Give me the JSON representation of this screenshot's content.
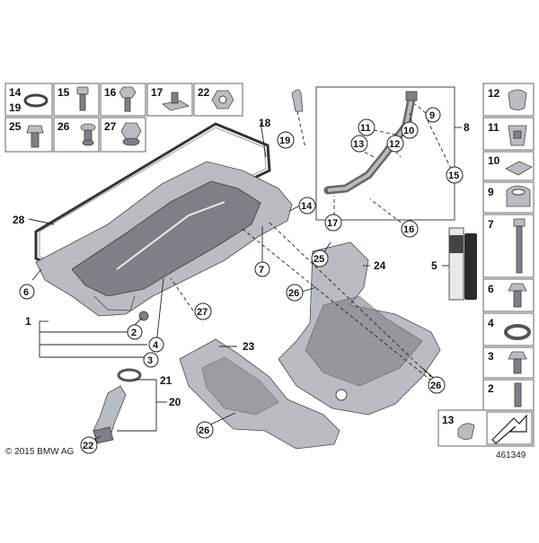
{
  "diagram": {
    "copyright": "© 2015 BMW AG",
    "diagram_number": "461349",
    "left_parts_grid": [
      {
        "top": "14",
        "bottom": "19"
      },
      {
        "top": "15",
        "bottom": ""
      },
      {
        "top": "16",
        "bottom": ""
      },
      {
        "top": "17",
        "bottom": ""
      },
      {
        "top": "22",
        "bottom": ""
      },
      {
        "top": "25",
        "bottom": ""
      },
      {
        "top": "26",
        "bottom": ""
      },
      {
        "top": "27",
        "bottom": ""
      }
    ],
    "right_parts_column": [
      "12",
      "11",
      "10",
      "9",
      "7",
      "6",
      "4",
      "3",
      "2"
    ],
    "bottom_right_box": "13",
    "sealant_label": "5",
    "callouts": {
      "c28": "28",
      "c6": "6",
      "c1": "1",
      "c2": "2",
      "c4": "4",
      "c3": "3",
      "c27": "27",
      "c7": "7",
      "c14": "14",
      "c18": "18",
      "c19": "19",
      "c8": "8",
      "c9": "9",
      "c10": "10",
      "c11": "11",
      "c12": "12",
      "c13": "13",
      "c15": "15",
      "c16": "16",
      "c17": "17",
      "c25": "25",
      "c24": "24",
      "c26a": "26",
      "c26b": "26",
      "c26c": "26",
      "c23": "23",
      "c21": "21",
      "c20": "20",
      "c22": "22"
    }
  }
}
